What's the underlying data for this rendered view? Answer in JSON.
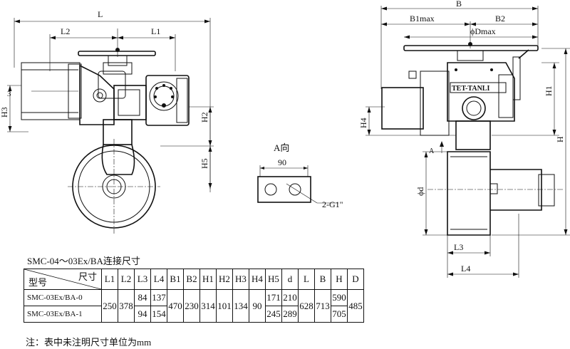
{
  "labels": {
    "L": "L",
    "L1": "L1",
    "L2": "L2",
    "H1": "H1",
    "H2": "H2",
    "H3": "H3",
    "H4": "H4",
    "H5": "H5",
    "B": "B",
    "B1max": "B1max",
    "B2": "B2",
    "Dmax": "ϕDmax",
    "d": "ϕd",
    "L3": "L3",
    "L4": "L4",
    "H": "H",
    "A_view": "A向",
    "dim_90": "90",
    "ports": "2-G1\"",
    "arrow_A": "A",
    "brand": "TET-TANLI",
    "nameplate": "TET-TANLI"
  },
  "table": {
    "title": "SMC-04～03Ex/BA连接尺寸",
    "corner_top": "尺寸",
    "corner_bottom": "型号",
    "columns": [
      "L1",
      "L2",
      "L3",
      "L4",
      "B1",
      "B2",
      "H1",
      "H2",
      "H3",
      "H4",
      "H5",
      "d",
      "L",
      "B",
      "H",
      "D"
    ],
    "rows": [
      {
        "model": "SMC-03Ex/BA-0",
        "L1": "250",
        "L2": "378",
        "L3": "84",
        "L4": "137",
        "B1": "470",
        "B2": "230",
        "H1": "314",
        "H2": "101",
        "H3": "134",
        "H4": "90",
        "H5": "171",
        "d": "210",
        "L": "628",
        "B": "713",
        "H": "590",
        "D": "485"
      },
      {
        "model": "SMC-03Ex/BA-1",
        "L3": "94",
        "L4": "154",
        "H5": "245",
        "d": "289",
        "H": "705"
      }
    ]
  },
  "note": "注：表中未注明尺寸单位为mm"
}
